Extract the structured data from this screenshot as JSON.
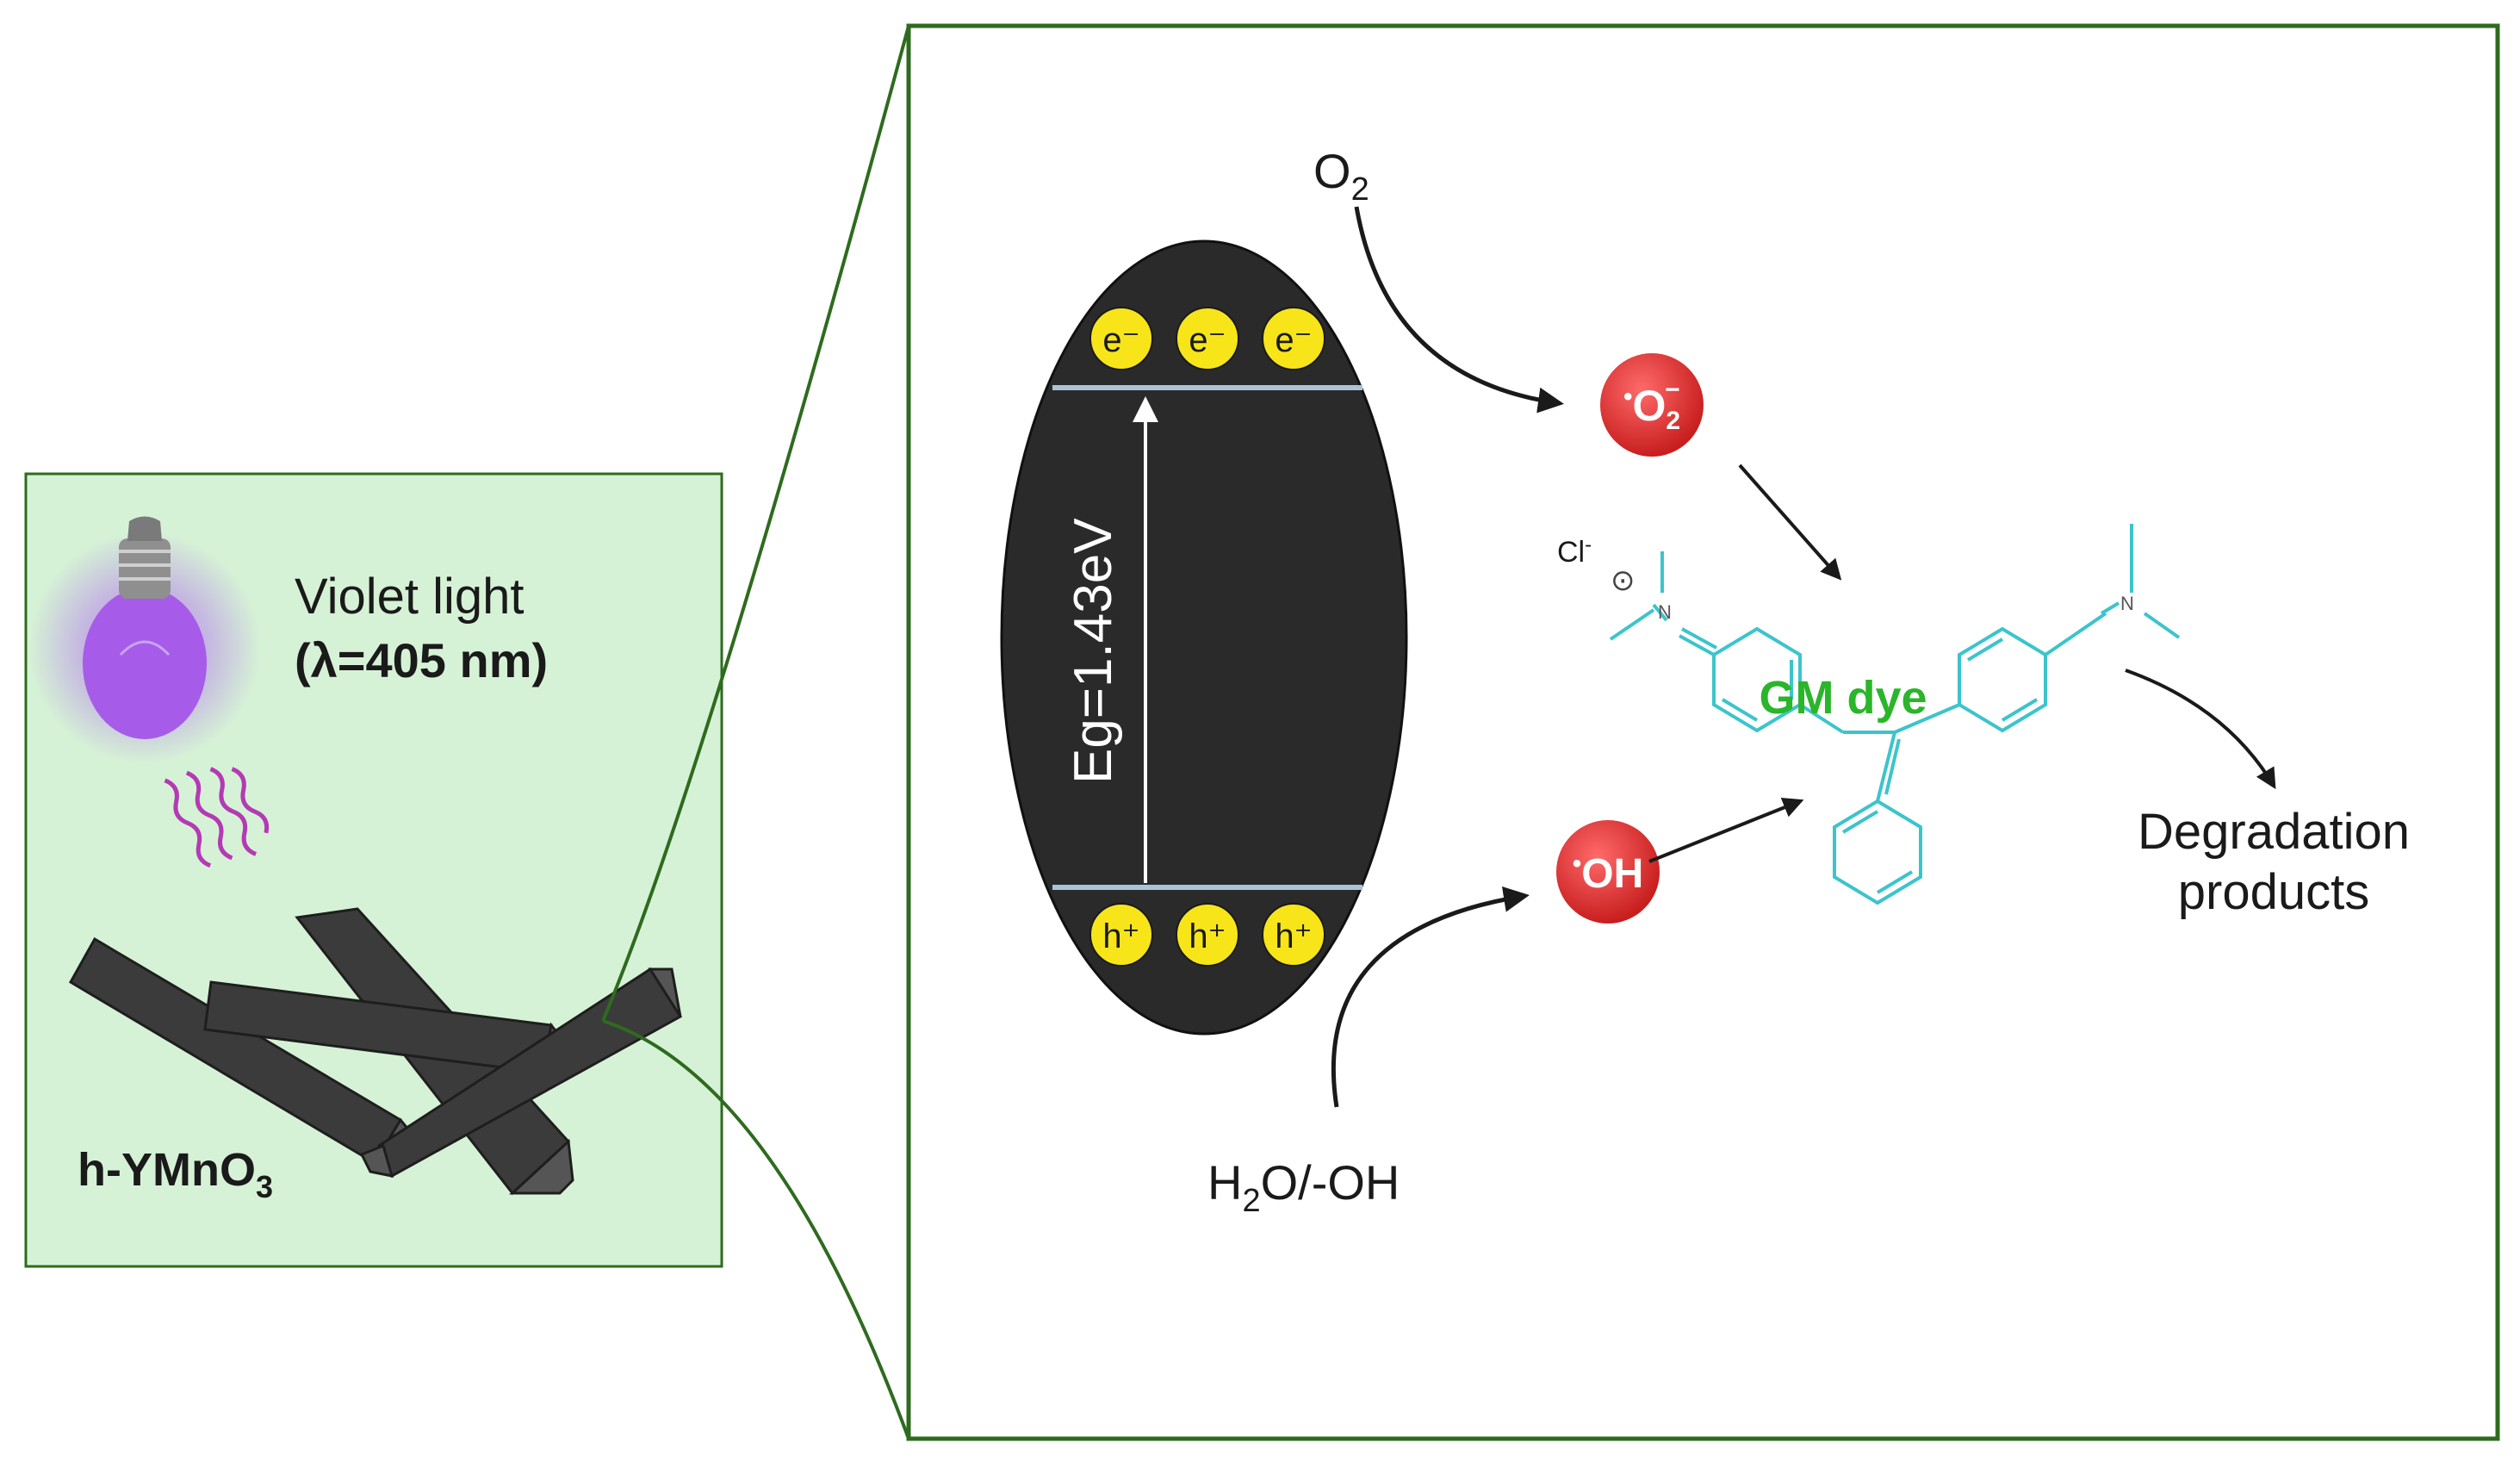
{
  "colors": {
    "panel_fill": "#d6f2d6",
    "panel_border": "#2e6b1e",
    "zoom_border": "#2e6b1e",
    "ellipse_fill": "#2a2a2a",
    "electron_fill": "#f7e51a",
    "radical_fill": "#e03030",
    "dye_color": "#3cc4cc",
    "dye_label_color": "#2ab52a",
    "bulb_glow": "#9b4de0",
    "rod_fill": "#3a3a3a"
  },
  "left_panel": {
    "light_label": "Violet light",
    "wavelength_label": "(λ=405 nm)",
    "material_prefix": "h-YMnO",
    "material_subscript": "3"
  },
  "band": {
    "electrons": [
      "e⁻",
      "e⁻",
      "e⁻"
    ],
    "holes": [
      "h⁺",
      "h⁺",
      "h⁺"
    ],
    "gap_label": "Eg=1.43eV"
  },
  "reactants": {
    "oxygen_main": "O",
    "oxygen_sub": "2",
    "water_h": "H",
    "water_sub": "2",
    "water_rest": "O/-OH"
  },
  "radicals": {
    "superoxide_dot": "•",
    "superoxide_main": "O",
    "superoxide_sub": "2",
    "superoxide_sup": "−",
    "hydroxyl_dot": "•",
    "hydroxyl_main": "OH"
  },
  "dye": {
    "label": "GM dye",
    "counter_ion": "Cl",
    "counter_ion_sup": "-",
    "charge_symbol": "⊙",
    "n_label_left": "N",
    "n_label_right": "N"
  },
  "products": {
    "line1": "Degradation",
    "line2": "products"
  }
}
